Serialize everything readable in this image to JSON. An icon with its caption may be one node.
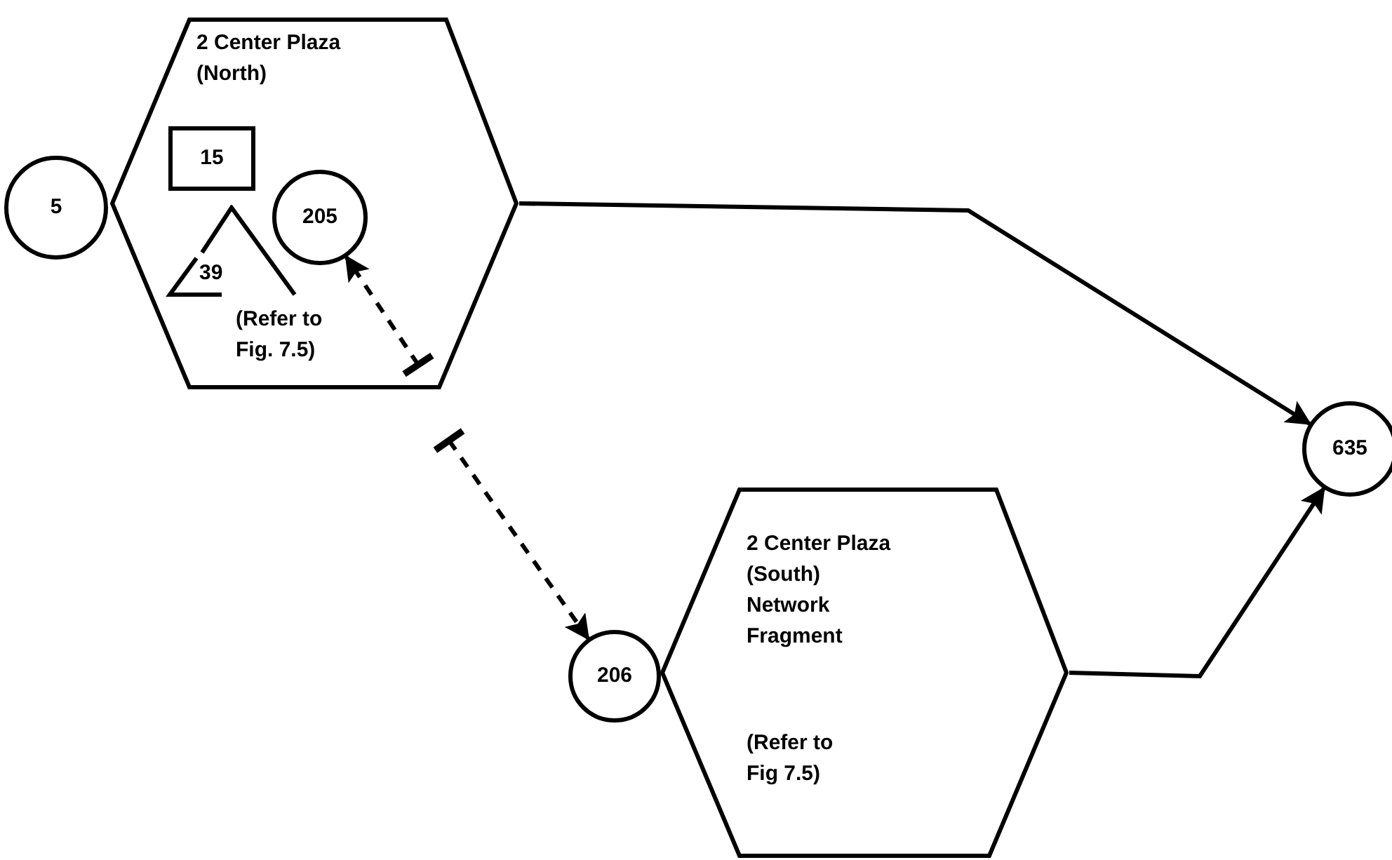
{
  "diagram": {
    "nodes": [
      {
        "text": [
          "2 Center Plaza (North)",
          "(Refer to Fig. 7.5)"
        ]
      },
      {
        "text": [
          "5"
        ]
      },
      {
        "text": [
          "15"
        ],
        "in": 0
      },
      {
        "text": [
          "39"
        ],
        "in": 0
      },
      {
        "text": [
          "205"
        ],
        "in": 0
      },
      {
        "text": [
          "635"
        ]
      },
      {
        "text": [
          "206"
        ]
      },
      {
        "text": [
          "2 Center Plaza (South) Network Fragment",
          "(Refer to Fig 7.5)"
        ]
      }
    ],
    "edges": [
      {
        "from": null,
        "to": 4,
        "arrow": "to",
        "style": "dashed"
      },
      {
        "from": null,
        "to": 6,
        "arrow": "to",
        "style": "dashed"
      },
      {
        "from": 0,
        "to": 5,
        "arrow": "to"
      },
      {
        "from": 7,
        "to": 5,
        "arrow": "to"
      }
    ]
  }
}
